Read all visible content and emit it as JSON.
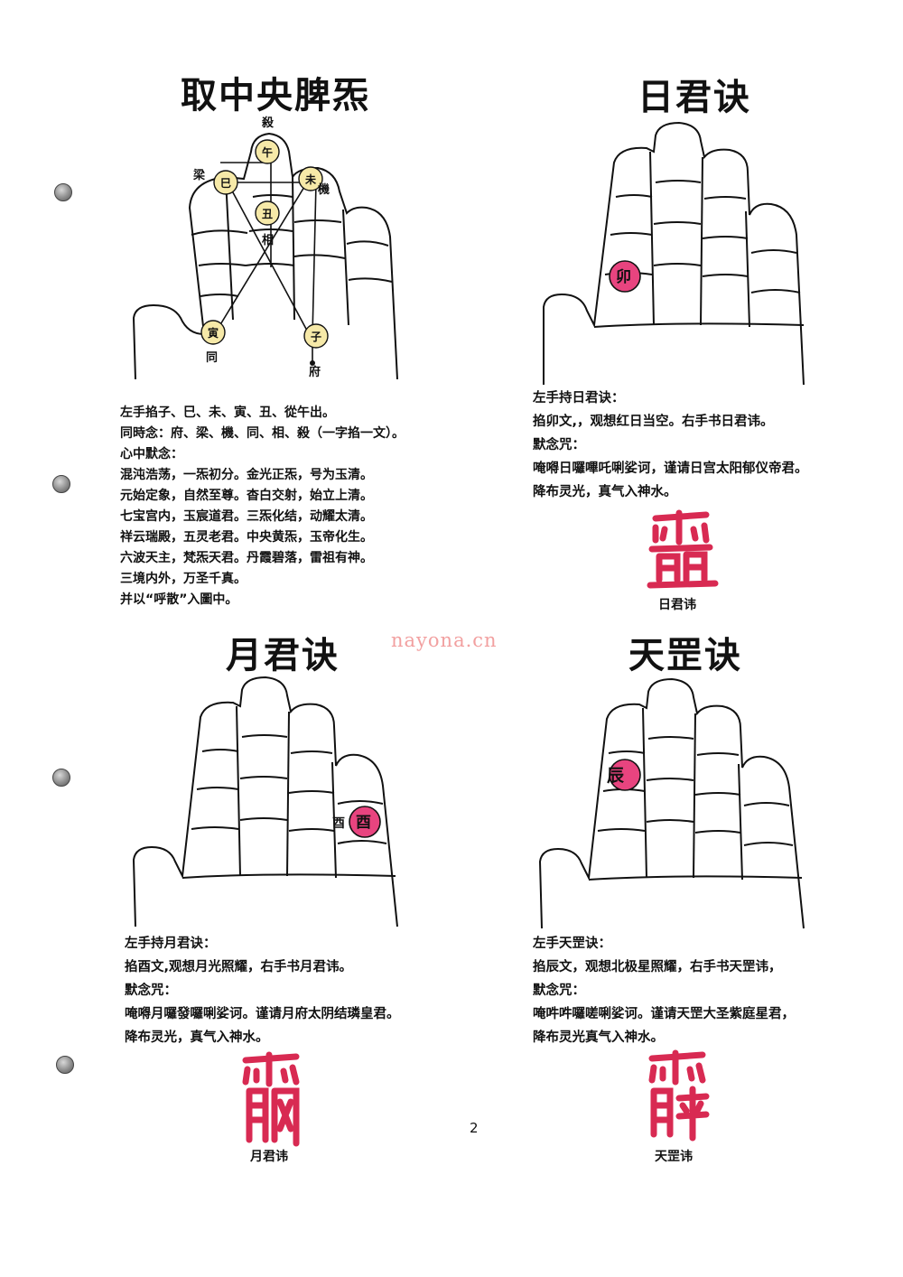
{
  "quad1": {
    "title": "取中央脾炁",
    "labels": {
      "sha": "殺",
      "liang": "梁",
      "ji": "機",
      "xiang": "相",
      "tong": "同",
      "fu": "府"
    },
    "circles": {
      "wu": "午",
      "si": "巳",
      "wei": "未",
      "chou": "丑",
      "yin": "寅",
      "zi": "子"
    },
    "lines": [
      "左手掐子、巳、未、寅、丑、從午出。",
      "同時念：府、梁、機、同、相、殺（一字掐一文）。",
      "心中默念：",
      "混沌浩荡，一炁初分。金光正炁，号为玉清。",
      "元始定象，自然至尊。杳白交射，始立上清。",
      "七宝宫内，玉宸道君。三炁化结，动耀太清。",
      "祥云瑞殿，五灵老君。中央黄炁，玉帝化生。",
      "六波天主，梵炁天君。丹霞碧落，雷祖有神。",
      "三境内外，万圣千真。",
      "并以“呼散”入圖中。"
    ]
  },
  "quad2": {
    "title": "日君诀",
    "circle": "卯",
    "lines": [
      "左手持日君诀：",
      "掐卯文,，观想红日当空。右手书日君讳。",
      "默念咒：",
      "唵嘚日囉嗶吒唎娑诃，谨请日宫太阳郁仪帝君。",
      "降布灵光，真气入神水。"
    ],
    "caption": "日君讳"
  },
  "quad3": {
    "title": "月君诀",
    "circle": "酉",
    "side_label": "酉",
    "lines": [
      "左手持月君诀：",
      "掐酉文,观想月光照耀，右手书月君讳。",
      "默念咒：",
      "唵嘚月囉發囉唎娑诃。谨请月府太阴结璘皇君。",
      "降布灵光，真气入神水。"
    ],
    "caption": "月君讳"
  },
  "quad4": {
    "title": "天罡诀",
    "circle": "辰",
    "lines": [
      "左手天罡诀：",
      "掐辰文，观想北极星照耀，右手书天罡讳，",
      "默念咒：",
      "唵吽吽囉嗟唎娑诃。谨请天罡大圣紫庭星君，",
      "降布灵光真气入神水。"
    ],
    "caption": "天罡讳"
  },
  "watermark": "nayona.cn",
  "page_number": "2",
  "colors": {
    "accent": "#e0336e",
    "circle_pink": "#e8447f",
    "circle_yellow": "#f6e9a8",
    "fu_red": "#d82a52"
  }
}
